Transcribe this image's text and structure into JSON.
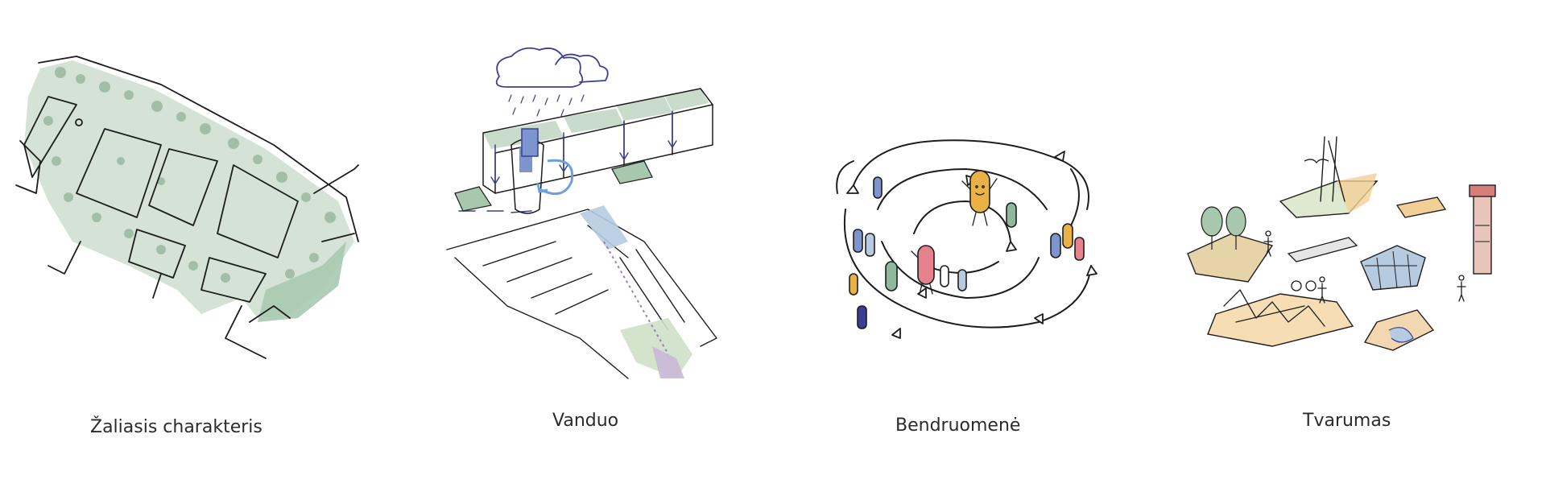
{
  "panels": [
    {
      "caption": "Žaliasis charakteris",
      "icon": "green-network-map-icon",
      "color": "#8fb99a"
    },
    {
      "caption": "Vanduo",
      "icon": "rainwater-flow-icon",
      "color": "#3a3f8f"
    },
    {
      "caption": "Bendruomenė",
      "icon": "community-people-icon",
      "color": "#e9b146"
    },
    {
      "caption": "Tvarumas",
      "icon": "sustainability-activities-icon",
      "color": "#f2cf95"
    }
  ]
}
